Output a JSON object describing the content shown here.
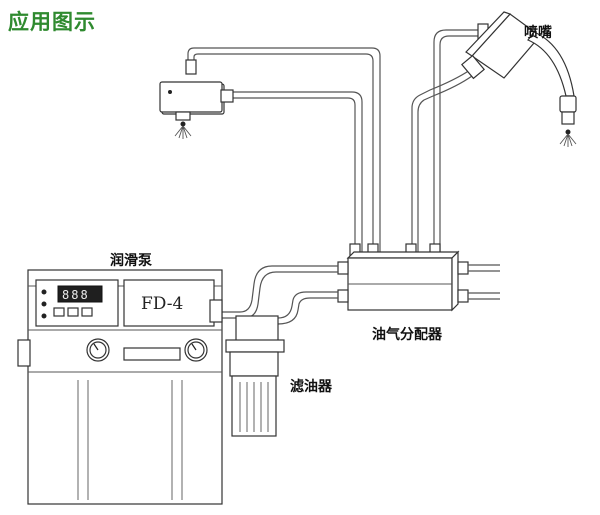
{
  "title": "应用图示",
  "labels": {
    "nozzle": "喷嘴",
    "pump": "润滑泵",
    "distributor": "油气分配器",
    "filter": "滤油器"
  },
  "pump_panel": {
    "model": "FD-4",
    "display": "888"
  }
}
